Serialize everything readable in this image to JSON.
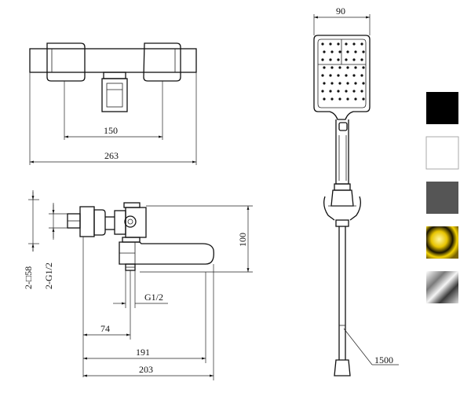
{
  "dimensions": {
    "top_inner": "150",
    "top_overall": "263",
    "head_width": "90",
    "height": "100",
    "offset_74": "74",
    "offset_191": "191",
    "offset_203": "203",
    "thread_g12": "G1/2",
    "side_square": "2-□58",
    "side_thread": "2-G1/2",
    "hose_length": "1500"
  },
  "finishes": [
    {
      "name": "black",
      "color": "#000000"
    },
    {
      "name": "white",
      "color": "#ffffff"
    },
    {
      "name": "gunmetal",
      "color": "#555555"
    },
    {
      "name": "gold",
      "color": "#e0c000"
    },
    {
      "name": "chrome",
      "color": "#cfcfcf"
    }
  ]
}
